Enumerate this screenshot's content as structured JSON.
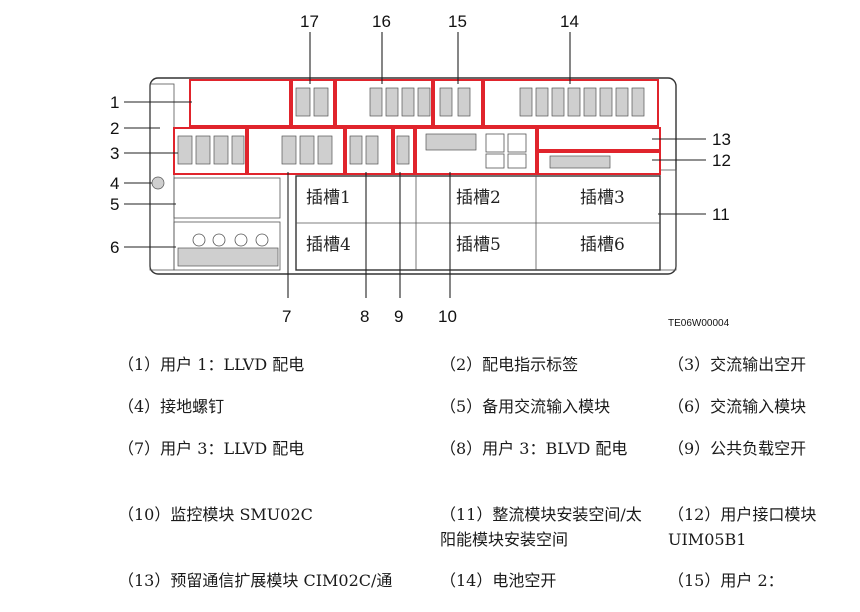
{
  "callouts": {
    "top": [
      "17",
      "16",
      "15",
      "14"
    ],
    "left": [
      "1",
      "2",
      "3",
      "4",
      "5",
      "6"
    ],
    "right": [
      "13",
      "12",
      "11"
    ],
    "bottom": [
      "7",
      "8",
      "9",
      "10"
    ]
  },
  "slots": [
    "插槽1",
    "插槽2",
    "插槽3",
    "插槽4",
    "插槽5",
    "插槽6"
  ],
  "figure_code": "TE06W00004",
  "legend": [
    [
      "（1）用户 1：LLVD 配电",
      "（2）配电指示标签",
      "（3）交流输出空开"
    ],
    [
      "（4）接地螺钉",
      "（5）备用交流输入模块",
      "（6）交流输入模块"
    ],
    [
      "（7）用户 3：LLVD 配电",
      "（8）用户 3：BLVD 配电",
      "（9）公共负载空开"
    ],
    [
      "（10）监控模块 SMU02C",
      "（11）整流模块安装空间/太阳能模块安装空间",
      "（12）用户接口模块 UIM05B1"
    ],
    [
      "（13）预留通信扩展模块 CIM02C/通",
      "（14）电池空开",
      "（15）用户 2："
    ]
  ]
}
